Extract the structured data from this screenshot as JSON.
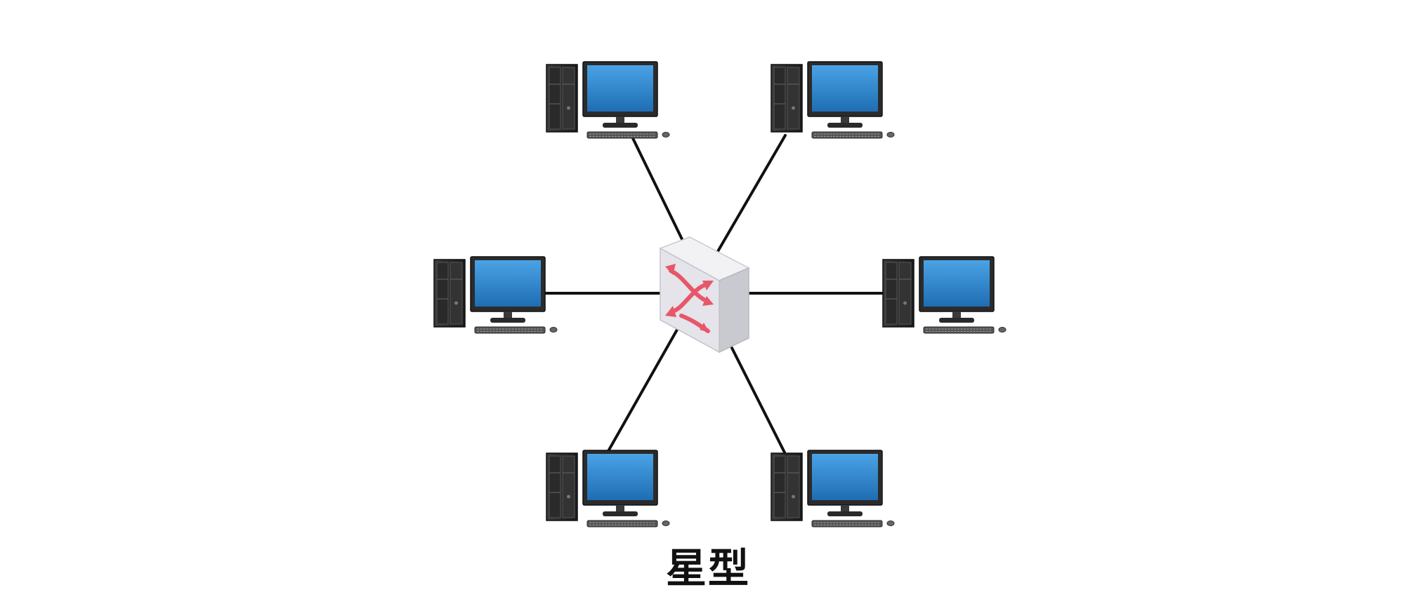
{
  "diagram": {
    "caption": "星型",
    "hub": {
      "icon": "network-switch-icon"
    },
    "nodes": [
      {
        "id": "top-left",
        "icon": "desktop-computer-icon"
      },
      {
        "id": "top-right",
        "icon": "desktop-computer-icon"
      },
      {
        "id": "middle-left",
        "icon": "desktop-computer-icon"
      },
      {
        "id": "middle-right",
        "icon": "desktop-computer-icon"
      },
      {
        "id": "bottom-left",
        "icon": "desktop-computer-icon"
      },
      {
        "id": "bottom-right",
        "icon": "desktop-computer-icon"
      }
    ],
    "colors": {
      "screen": "#2f86cf",
      "link": "#111111",
      "arrows": "#e8566a",
      "switch_body": "#e6e6ea"
    }
  }
}
